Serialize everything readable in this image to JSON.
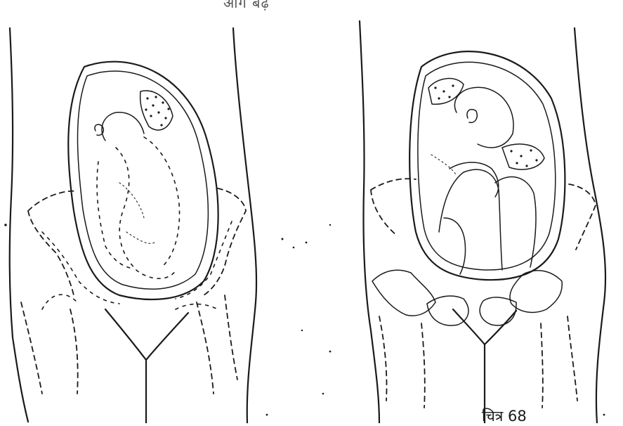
{
  "figure": {
    "top_caption_fragment": "आगे बढ़",
    "figure_label": "चित्र 68"
  },
  "panels": [
    {
      "id": "left-panel",
      "subject": "fetus-in-uterus-breech-presentation"
    },
    {
      "id": "right-panel",
      "subject": "fetus-in-uterus-flexed-knees-presentation"
    }
  ]
}
